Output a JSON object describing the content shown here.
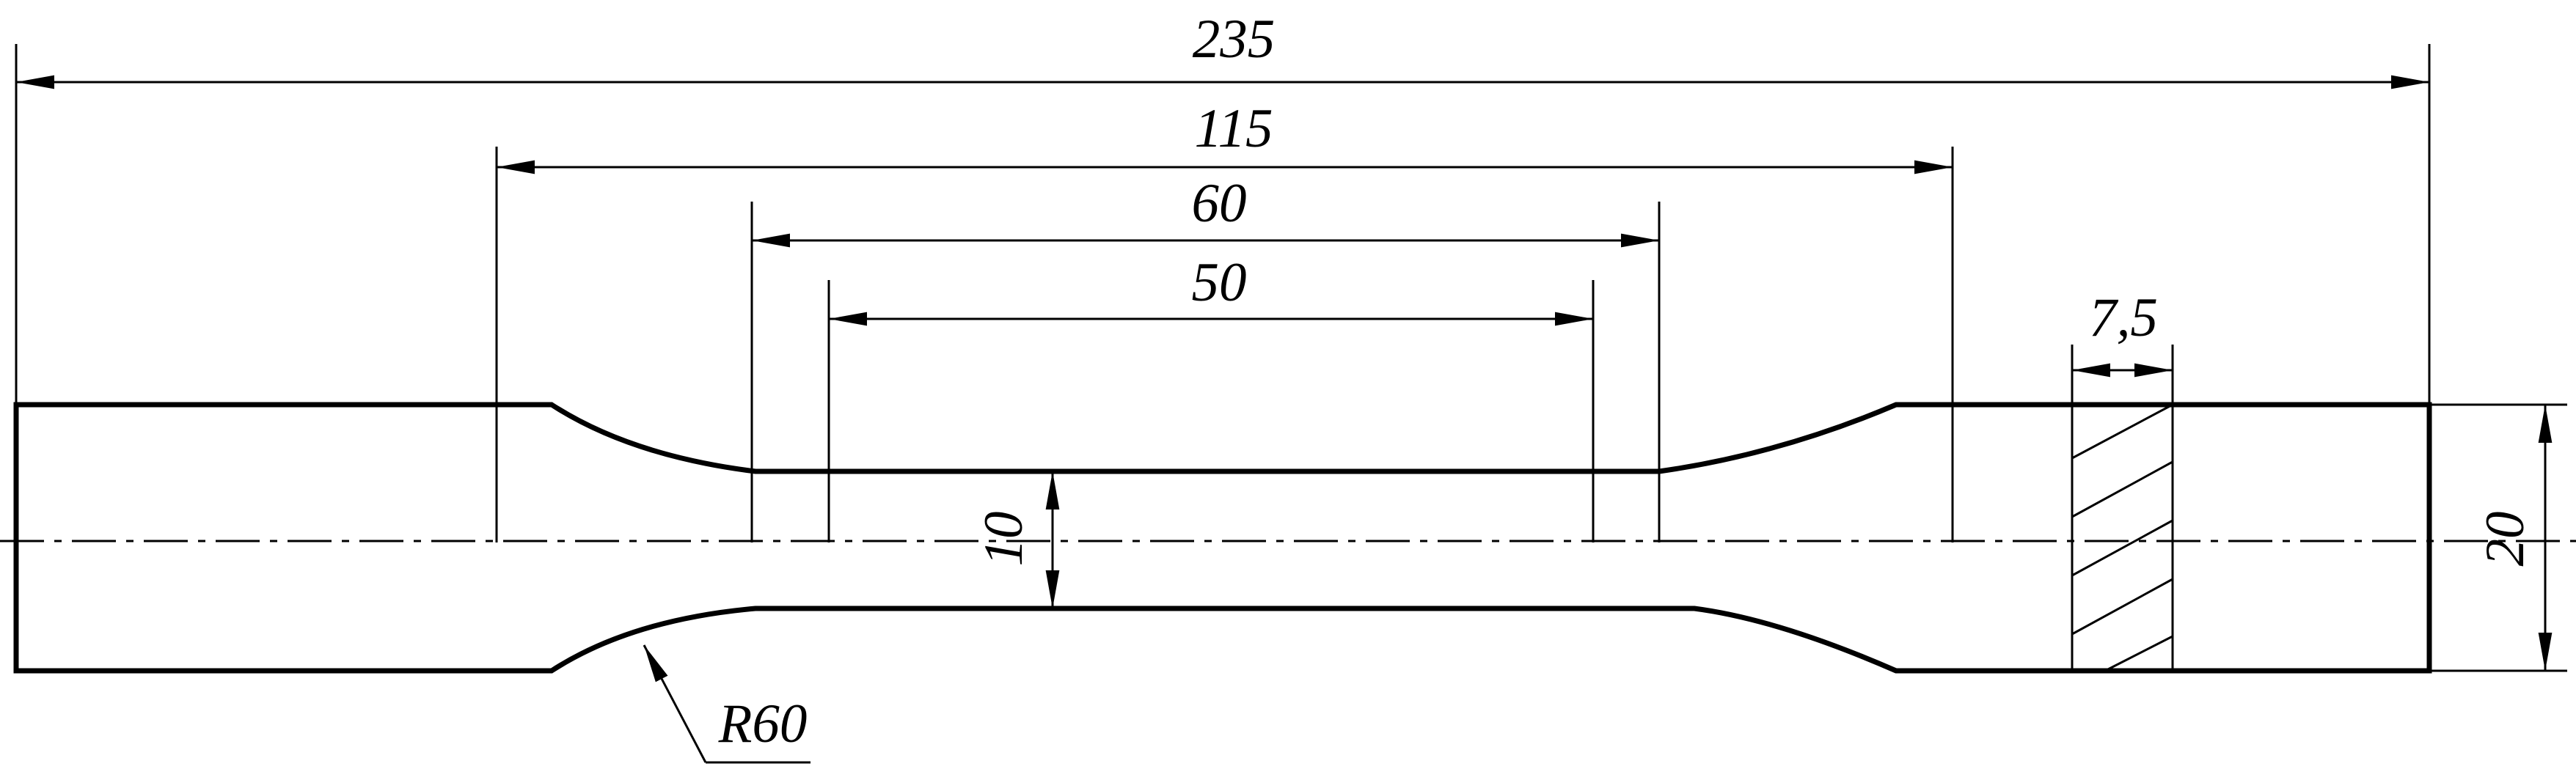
{
  "dimensions": {
    "overall_length": "235",
    "grip_distance": "115",
    "reduced_section": "60",
    "gauge_length": "50",
    "gauge_width": "10",
    "grip_width": "20",
    "section_width": "7,5",
    "fillet_radius": "R60"
  }
}
